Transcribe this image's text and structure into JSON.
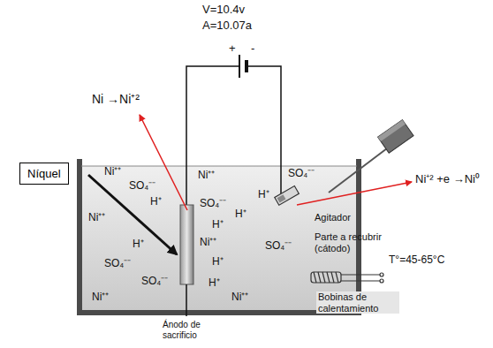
{
  "diagram": {
    "nodes": [
      {
        "text": [
          "Níquel"
        ]
      }
    ],
    "labels": [
      "V=10.4v",
      "A=10.07a",
      "+",
      "-",
      "Ni →Ni⁺²",
      "Agitador",
      "Ni⁺² +e →Ni⁰",
      "Parte a recubrir (cátodo)",
      "T°=45-65°C",
      "Bobinas de calentamiento",
      "Ánodo de sacrificio",
      "Ni⁺⁺",
      "Ni⁺⁺",
      "Ni⁺⁺",
      "Ni⁺⁺",
      "Ni⁺⁺",
      "Ni⁺⁺",
      "SO₄⁻⁻",
      "SO₄⁻⁻",
      "SO₄⁻⁻",
      "SO₄⁻⁻",
      "SO₄⁻⁻",
      "SO₄⁻⁻",
      "H⁺",
      "H⁺",
      "H⁺",
      "H⁺",
      "H⁺",
      "H⁺",
      "H⁺"
    ]
  }
}
